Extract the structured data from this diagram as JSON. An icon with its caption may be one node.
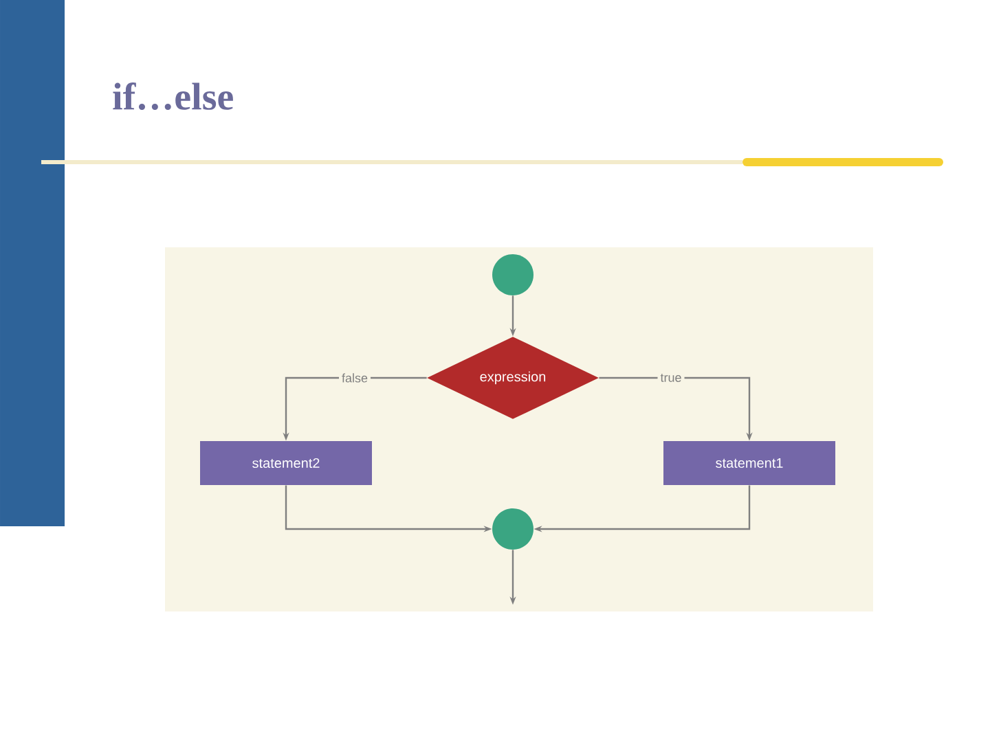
{
  "diagram": {
    "title": "if…else",
    "nodes": [
      {
        "text": [],
        "shape": "circle"
      },
      {
        "text": [
          "expression"
        ]
      },
      {
        "text": [
          "statement2"
        ]
      },
      {
        "text": [
          "statement1"
        ]
      },
      {
        "text": [],
        "shape": "circle"
      }
    ],
    "edges": [
      {
        "from": 0,
        "to": 1,
        "arrow": "to"
      },
      {
        "from": 1,
        "to": 2,
        "arrow": "to",
        "label": "false"
      },
      {
        "from": 1,
        "to": 3,
        "arrow": "to",
        "label": "true"
      },
      {
        "from": 2,
        "to": 4,
        "arrow": "to"
      },
      {
        "from": 3,
        "to": 4,
        "arrow": "to"
      },
      {
        "from": 4,
        "to": null,
        "arrow": "to"
      }
    ]
  }
}
